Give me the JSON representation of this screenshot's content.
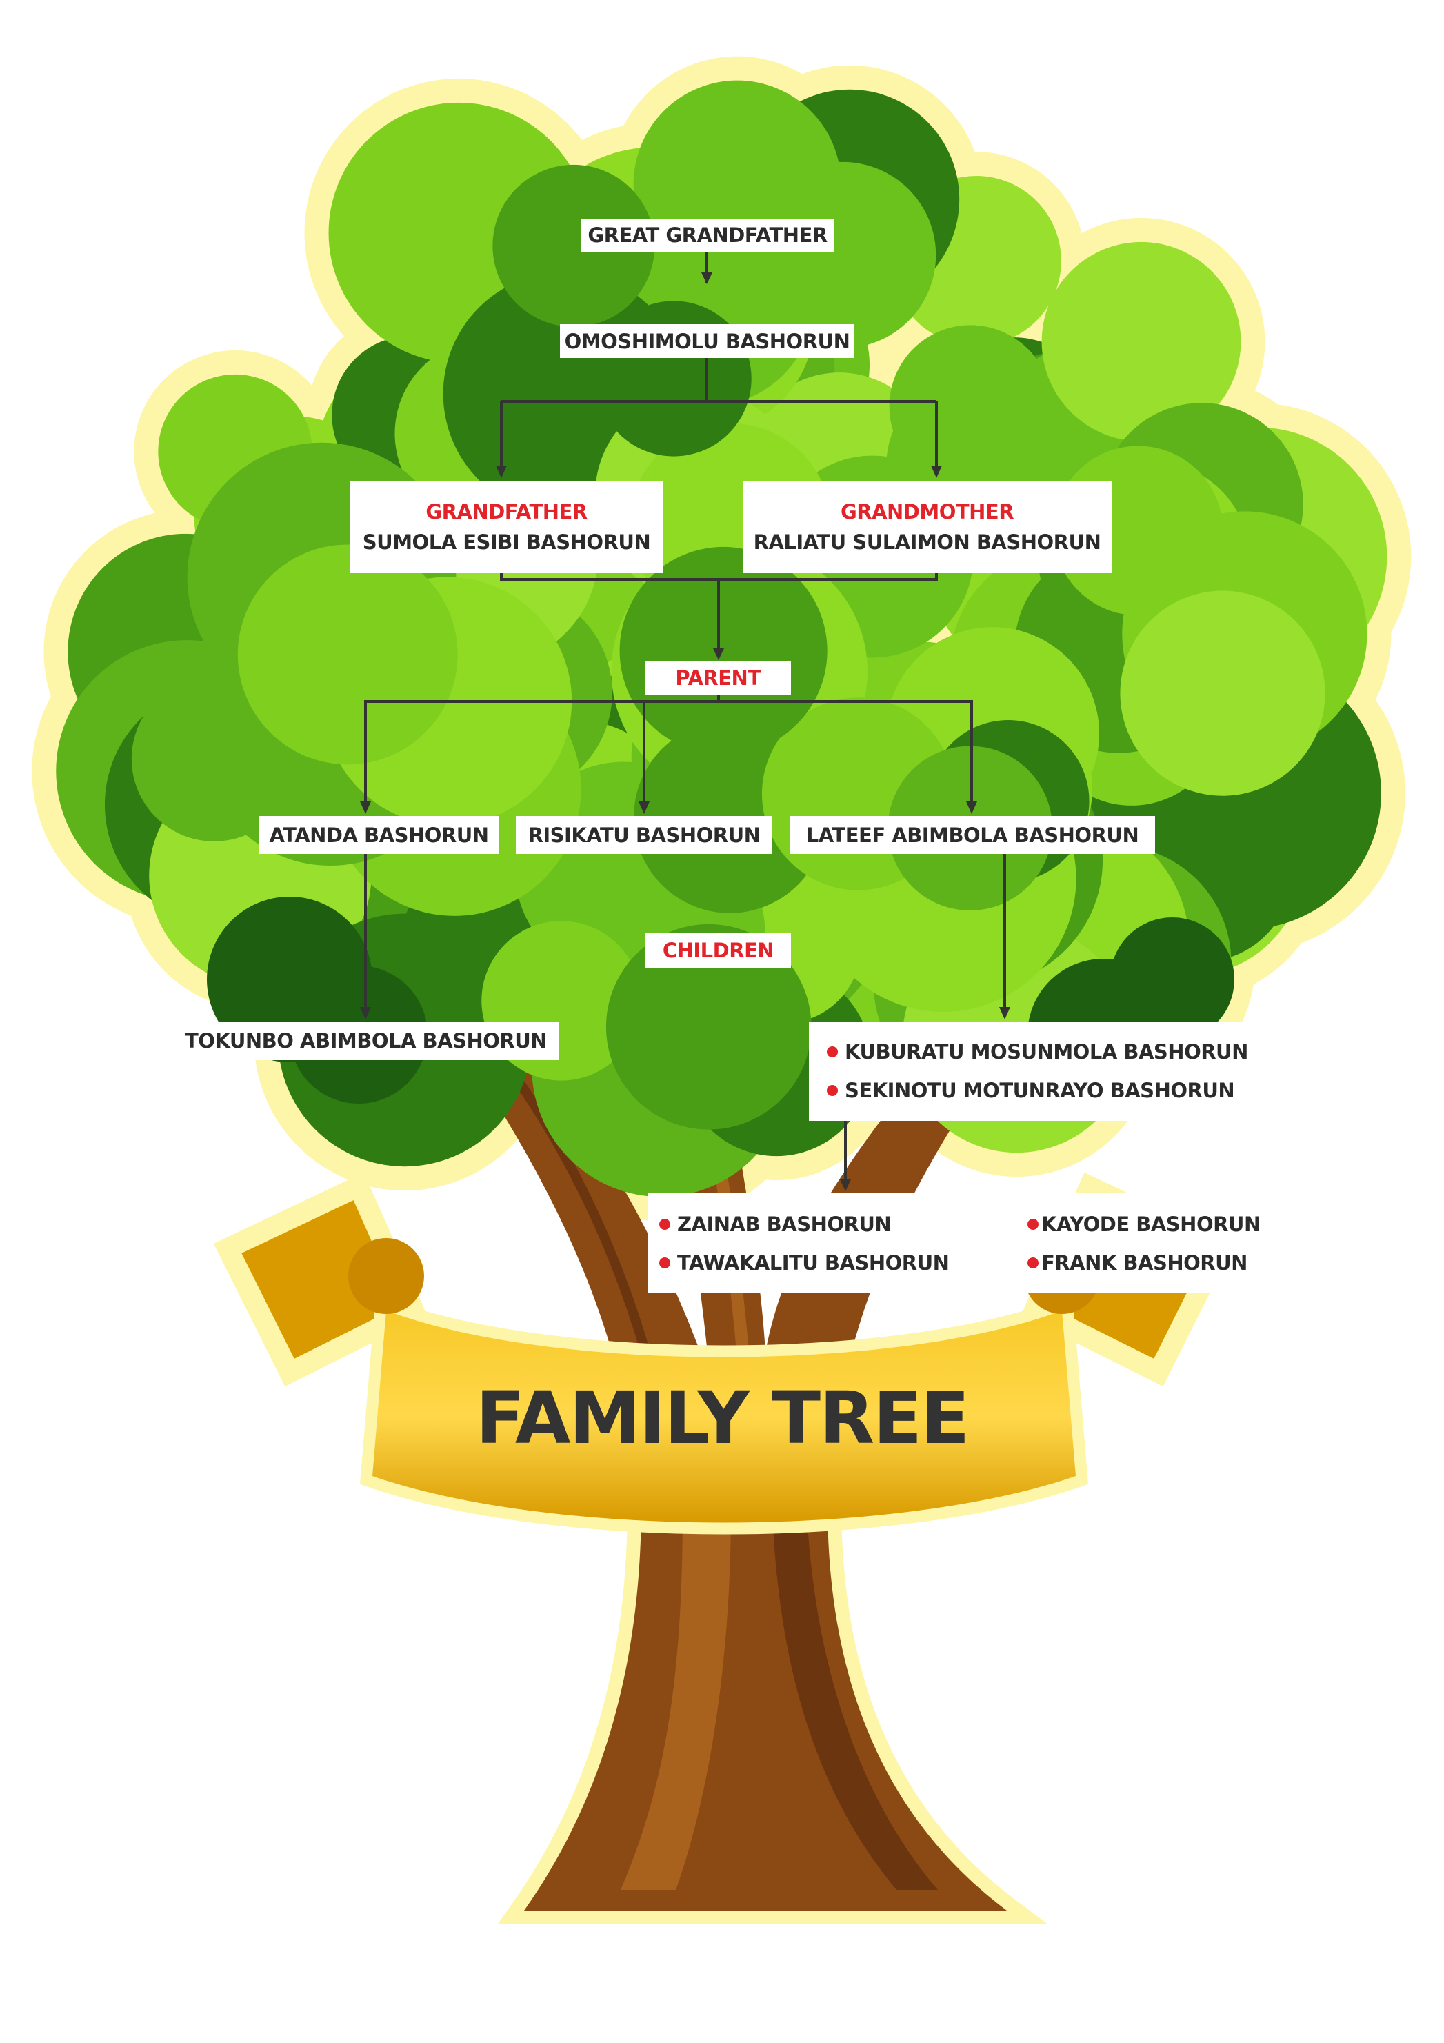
{
  "colors": {
    "accent": "#e2232a",
    "text": "#2b2b2b",
    "ribbon": "#f2b705",
    "halo": "#fdf6a8",
    "leaf": "#7fcf1e",
    "trunk": "#8b4a14"
  },
  "title": "FAMILY TREE",
  "great_grandfather": {
    "label": "GREAT GRANDFATHER",
    "name": "OMOSHIMOLU BASHORUN"
  },
  "grandfather": {
    "label": "GRANDFATHER",
    "name": "SUMOLA ESIBI BASHORUN"
  },
  "grandmother": {
    "label": "GRANDMOTHER",
    "name": "RALIATU SULAIMON BASHORUN"
  },
  "parent_label": "PARENT",
  "parents": [
    "ATANDA BASHORUN",
    "RISIKATU BASHORUN",
    "LATEEF ABIMBOLA BASHORUN"
  ],
  "children_label": "CHILDREN",
  "children": {
    "atanda": [
      "TOKUNBO ABIMBOLA BASHORUN"
    ],
    "lateef": [
      "KUBURATU MOSUNMOLA BASHORUN",
      "SEKINOTU MOTUNRAYO BASHORUN"
    ]
  },
  "grandchildren": {
    "kuburatu": [
      "ZAINAB BASHORUN",
      "TAWAKALITU BASHORUN"
    ],
    "sekinotu": [
      "KAYODE BASHORUN",
      "FRANK BASHORUN"
    ]
  }
}
